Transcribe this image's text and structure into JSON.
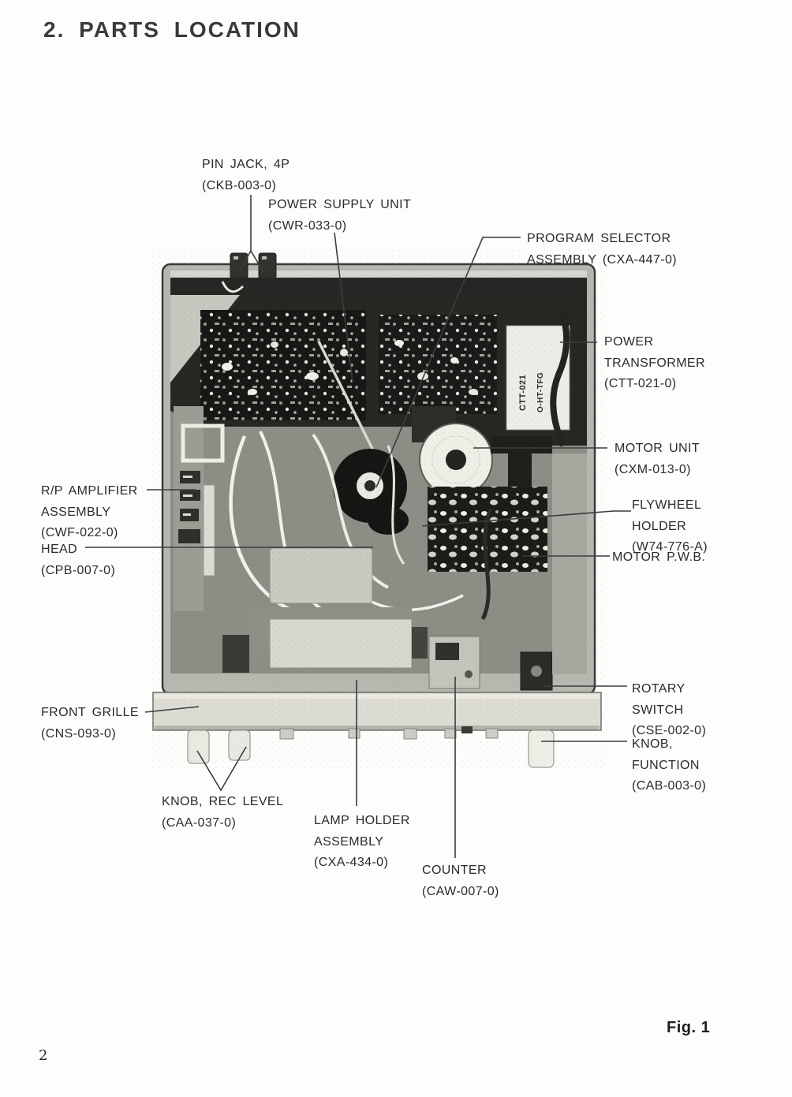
{
  "page": {
    "title": "2. PARTS LOCATION",
    "figure_label": "Fig. 1",
    "page_number": "2"
  },
  "photo": {
    "transformer_marking_1": "CTT-021",
    "transformer_marking_2": "O-HT-TFG"
  },
  "callouts": [
    {
      "id": "pin-jack",
      "text": "PIN JACK, 4P\n(CKB-003-0)"
    },
    {
      "id": "power-supply-unit",
      "text": "POWER SUPPLY UNIT\n(CWR-033-0)"
    },
    {
      "id": "program-selector",
      "text": "PROGRAM SELECTOR\nASSEMBLY (CXA-447-0)"
    },
    {
      "id": "power-transformer",
      "text": "POWER\nTRANSFORMER\n(CTT-021-0)"
    },
    {
      "id": "motor-unit",
      "text": "MOTOR UNIT\n(CXM-013-0)"
    },
    {
      "id": "flywheel-holder",
      "text": "FLYWHEEL\nHOLDER\n(W74-776-A)"
    },
    {
      "id": "motor-pwb",
      "text": "MOTOR P.W.B."
    },
    {
      "id": "rp-amplifier",
      "text": "R/P AMPLIFIER\nASSEMBLY\n(CWF-022-0)"
    },
    {
      "id": "head",
      "text": "HEAD\n(CPB-007-0)"
    },
    {
      "id": "front-grille",
      "text": "FRONT GRILLE\n(CNS-093-0)"
    },
    {
      "id": "rotary-switch",
      "text": "ROTARY\nSWITCH\n(CSE-002-0)"
    },
    {
      "id": "knob-function",
      "text": "KNOB,\nFUNCTION\n(CAB-003-0)"
    },
    {
      "id": "knob-rec-level",
      "text": "KNOB, REC LEVEL\n(CAA-037-0)"
    },
    {
      "id": "lamp-holder",
      "text": "LAMP HOLDER\nASSEMBLY\n(CXA-434-0)"
    },
    {
      "id": "counter",
      "text": "COUNTER\n(CAW-007-0)"
    }
  ]
}
